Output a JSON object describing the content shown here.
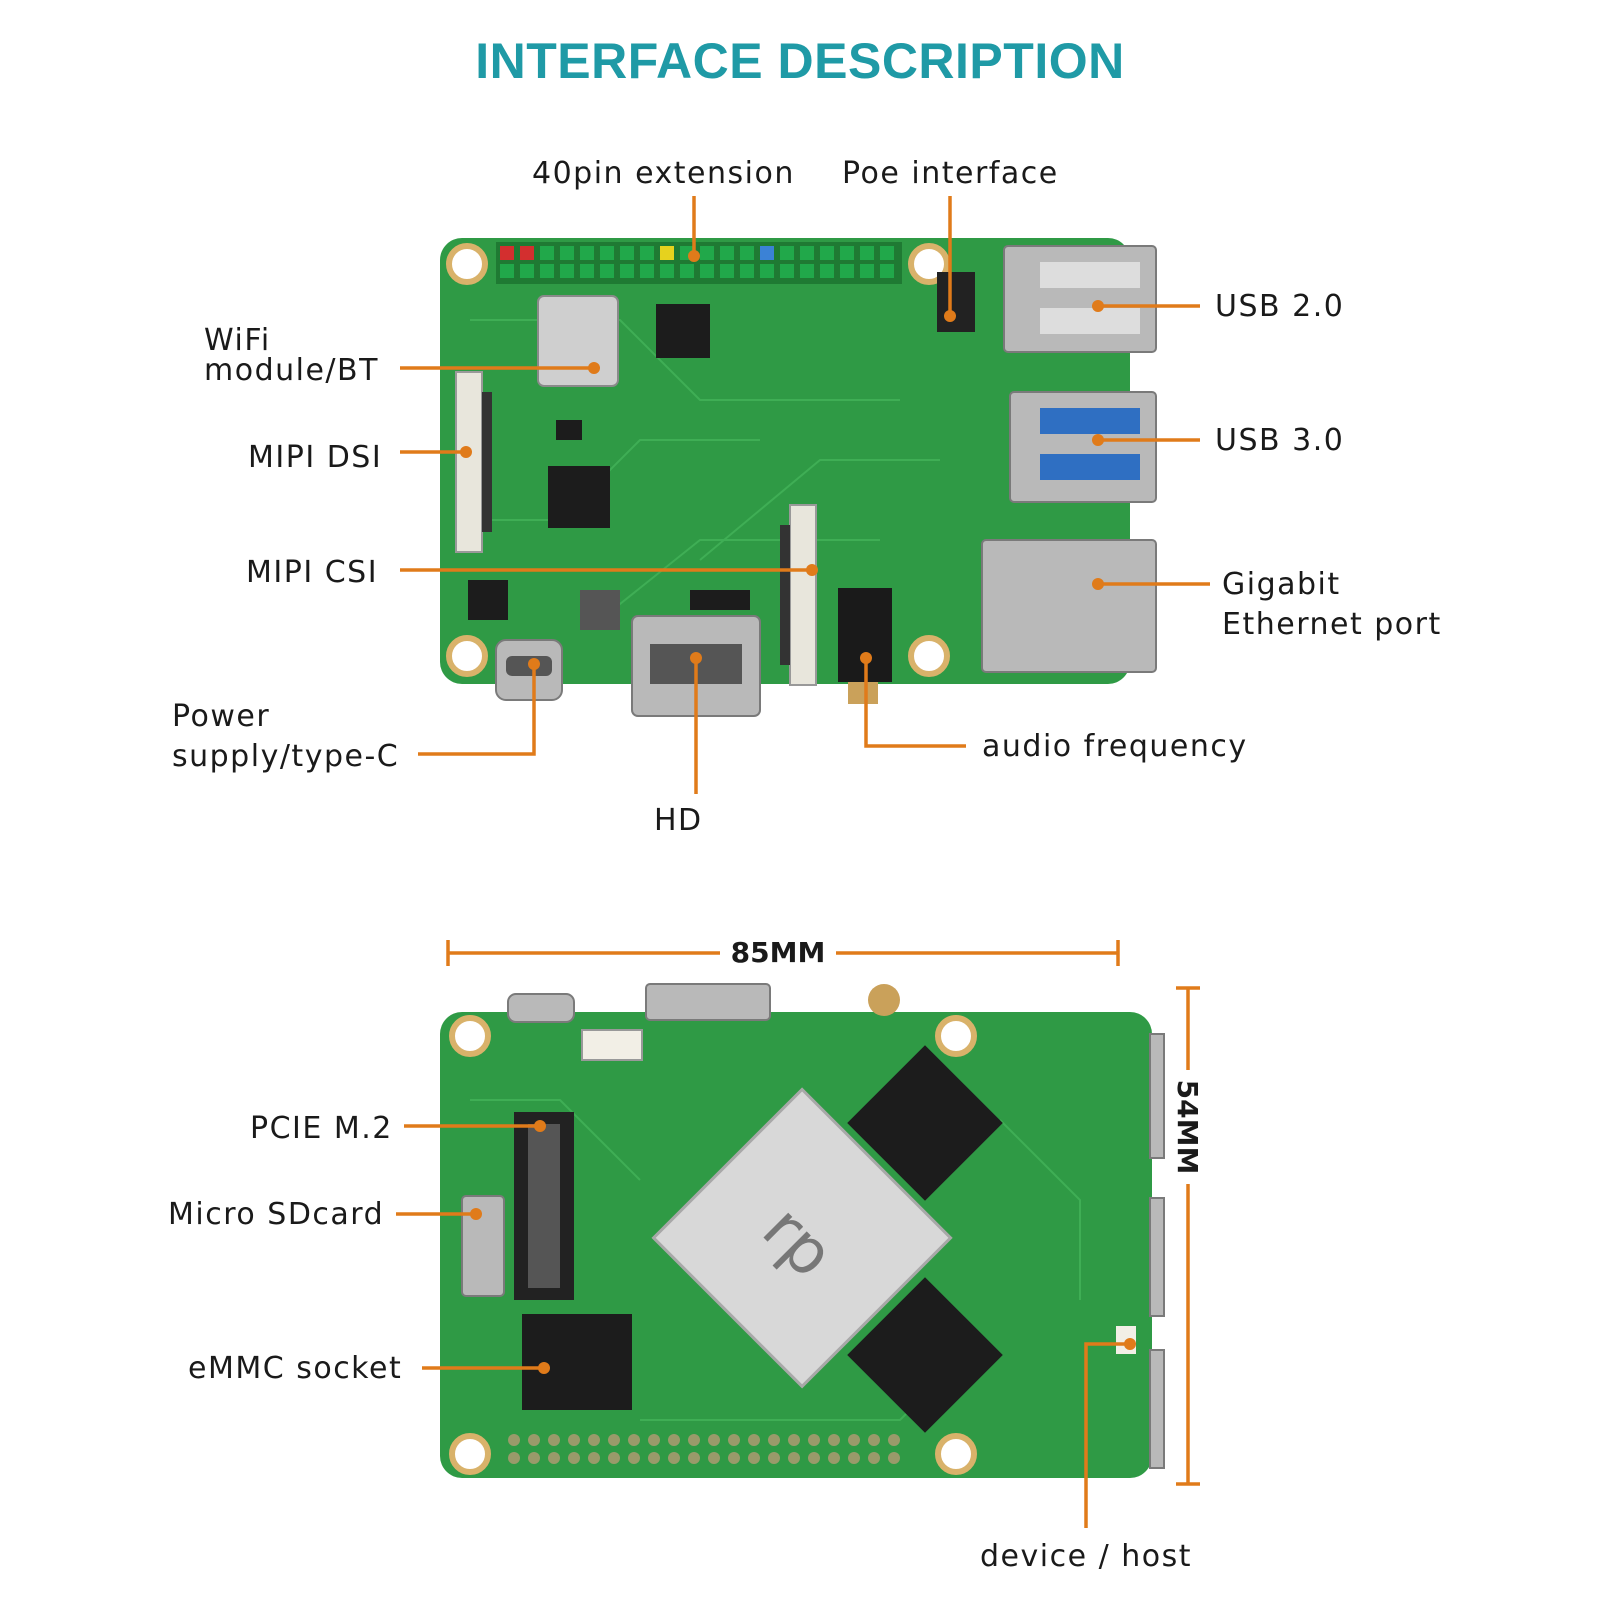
{
  "title": "INTERFACE DESCRIPTION",
  "top_labels": {
    "pin40": "40pin extension",
    "poe": "Poe interface",
    "usb2": "USB 2.0",
    "wifi_line1": "WiFi",
    "wifi_line2": "module/BT",
    "usb3": "USB 3.0",
    "mipi_dsi": "MIPI DSI",
    "mipi_csi": "MIPI CSI",
    "gigabit_line1": "Gigabit",
    "gigabit_line2": "Ethernet port",
    "power_line1": "Power",
    "power_line2": "supply/type-C",
    "audio": "audio frequency",
    "hd": "HD"
  },
  "bottom_labels": {
    "width_dim": "85MM",
    "height_dim": "54MM",
    "pcie": "PCIE M.2",
    "micro_sd": "Micro SDcard",
    "emmc": "eMMC socket",
    "device_host": "device / host"
  },
  "colors": {
    "title": "#1f9aa6",
    "leader": "#e07b1a",
    "pcb": "#2f9a45"
  }
}
